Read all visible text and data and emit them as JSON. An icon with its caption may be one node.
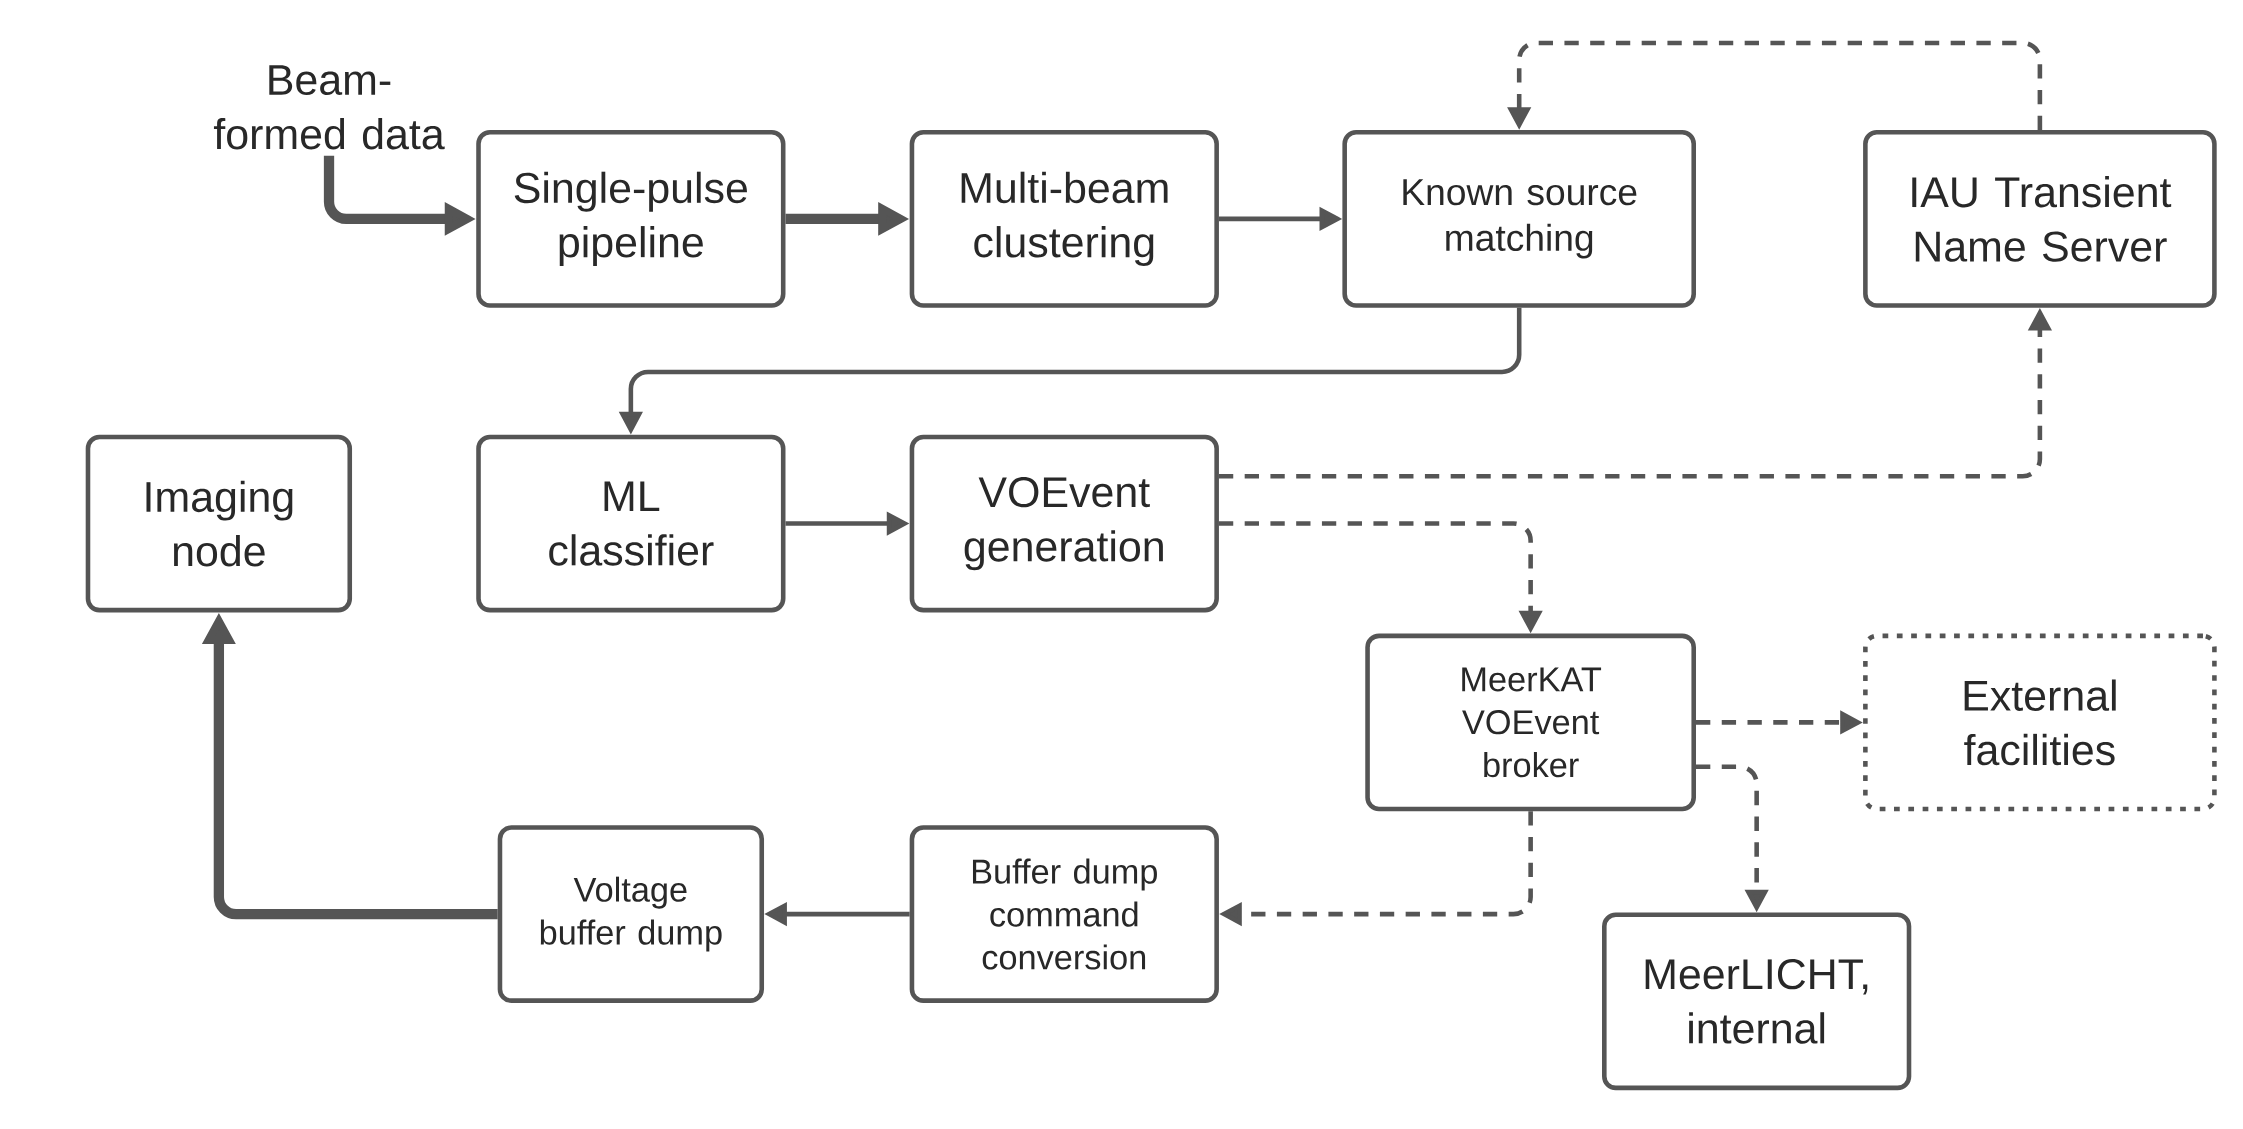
{
  "diagram": {
    "nodes": [
      {
        "text": [
          "Beam-formed data"
        ]
      },
      {
        "text": [
          "Single-pulse pipeline"
        ]
      },
      {
        "text": [
          "Multi-beam clustering"
        ]
      },
      {
        "text": [
          "Known source matching"
        ]
      },
      {
        "text": [
          "IAU Transient Name Server"
        ]
      },
      {
        "text": [
          "Imaging node"
        ]
      },
      {
        "text": [
          "ML classifier"
        ]
      },
      {
        "text": [
          "VOEvent generation"
        ]
      },
      {
        "text": [
          "MeerKAT VOEvent broker"
        ]
      },
      {
        "text": [
          "External facilities"
        ]
      },
      {
        "text": [
          "Voltage buffer dump"
        ]
      },
      {
        "text": [
          "Buffer dump command conversion"
        ]
      },
      {
        "text": [
          "MeerLICHT, internal"
        ]
      }
    ],
    "edges": [
      {
        "from": 0,
        "to": 1,
        "arrow": "to",
        "style": "thick"
      },
      {
        "from": 1,
        "to": 2,
        "arrow": "to",
        "style": "thick"
      },
      {
        "from": 2,
        "to": 3,
        "arrow": "to"
      },
      {
        "from": 4,
        "to": 3,
        "arrow": "to",
        "style": "dashed"
      },
      {
        "from": 3,
        "to": 6,
        "arrow": "to"
      },
      {
        "from": 6,
        "to": 7,
        "arrow": "to"
      },
      {
        "from": 7,
        "to": 4,
        "arrow": "to",
        "style": "dashed"
      },
      {
        "from": 7,
        "to": 8,
        "arrow": "to",
        "style": "dashed"
      },
      {
        "from": 8,
        "to": 9,
        "arrow": "to",
        "style": "dashed"
      },
      {
        "from": 8,
        "to": 12,
        "arrow": "to",
        "style": "dashed"
      },
      {
        "from": 8,
        "to": 11,
        "arrow": "to",
        "style": "dashed"
      },
      {
        "from": 11,
        "to": 10,
        "arrow": "to"
      },
      {
        "from": 10,
        "to": 5,
        "arrow": "to",
        "style": "thick"
      }
    ]
  }
}
